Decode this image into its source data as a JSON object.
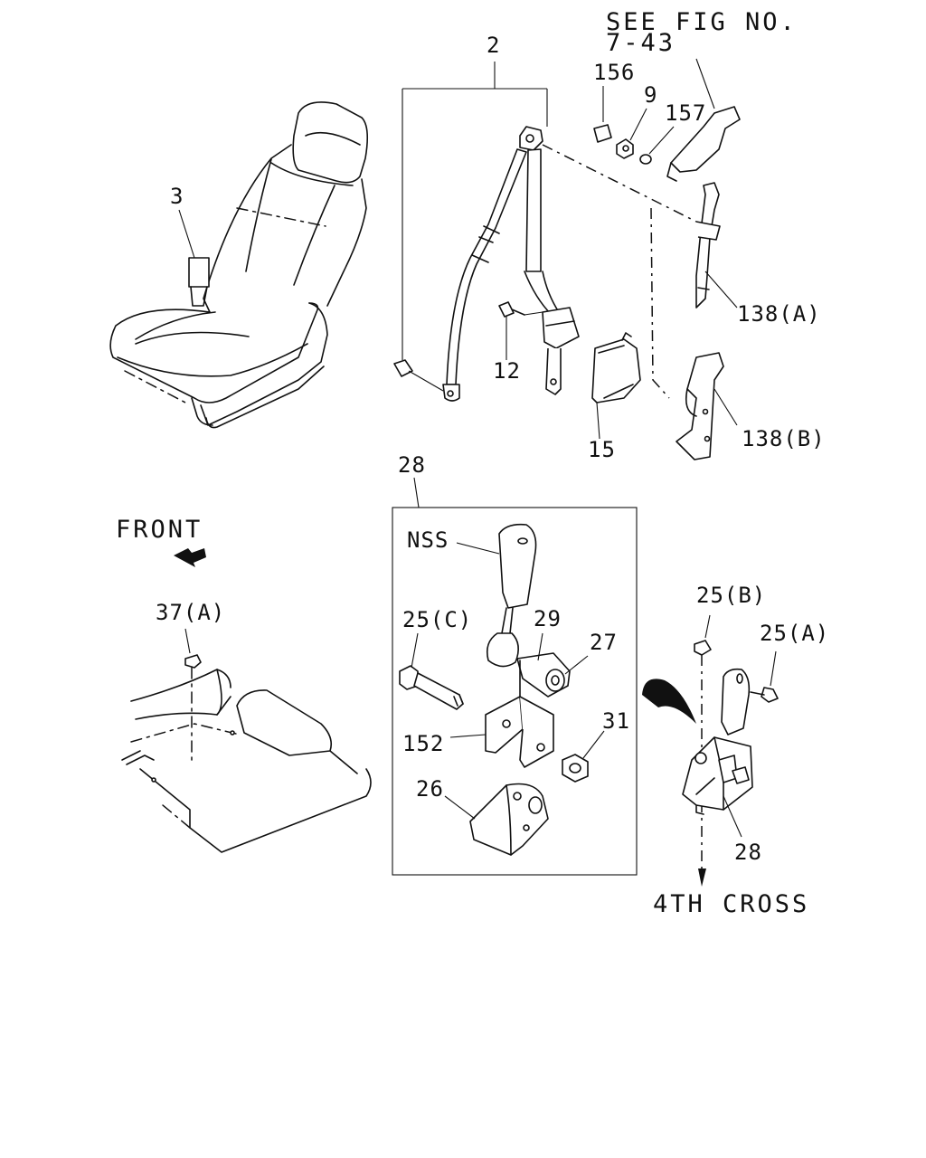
{
  "diagram": {
    "header": {
      "see_fig_line1": "SEE FIG NO.",
      "see_fig_line2": "7-43"
    },
    "direction": {
      "front": "FRONT",
      "cross_member": "4TH CROSS"
    },
    "callouts": {
      "c2": "2",
      "c3": "3",
      "c156": "156",
      "c9": "9",
      "c157": "157",
      "c138a": "138(A)",
      "c138b": "138(B)",
      "c12": "12",
      "c15": "15",
      "c28_top": "28",
      "nss": "NSS",
      "c25c": "25(C)",
      "c29": "29",
      "c27": "27",
      "c152": "152",
      "c31": "31",
      "c26": "26",
      "c25b": "25(B)",
      "c25a": "25(A)",
      "c28_bottom": "28",
      "c37a": "37(A)"
    }
  }
}
